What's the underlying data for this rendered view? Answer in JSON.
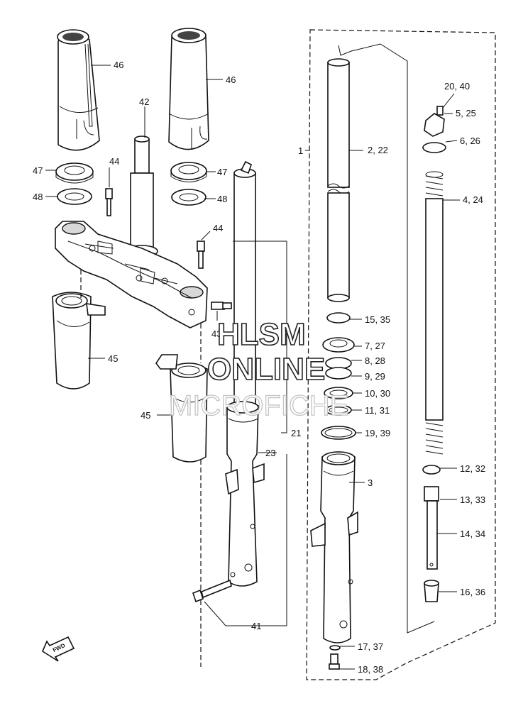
{
  "callouts": [
    {
      "id": "c46a",
      "text": "46"
    },
    {
      "id": "c46b",
      "text": "46"
    },
    {
      "id": "c42",
      "text": "42"
    },
    {
      "id": "c47a",
      "text": "47"
    },
    {
      "id": "c47b",
      "text": "47"
    },
    {
      "id": "c48a",
      "text": "48"
    },
    {
      "id": "c48b",
      "text": "48"
    },
    {
      "id": "c44a",
      "text": "44"
    },
    {
      "id": "c44b",
      "text": "44"
    },
    {
      "id": "c43",
      "text": "43"
    },
    {
      "id": "c45a",
      "text": "45"
    },
    {
      "id": "c45b",
      "text": "45"
    },
    {
      "id": "c1",
      "text": "1"
    },
    {
      "id": "c2",
      "text": "2, 22"
    },
    {
      "id": "c20",
      "text": "20, 40"
    },
    {
      "id": "c5",
      "text": "5, 25"
    },
    {
      "id": "c6",
      "text": "6, 26"
    },
    {
      "id": "c4",
      "text": "4, 24"
    },
    {
      "id": "c15",
      "text": "15, 35"
    },
    {
      "id": "c7",
      "text": "7, 27"
    },
    {
      "id": "c8",
      "text": "8, 28"
    },
    {
      "id": "c9",
      "text": "9, 29"
    },
    {
      "id": "c10",
      "text": "10, 30"
    },
    {
      "id": "c11",
      "text": "11, 31"
    },
    {
      "id": "c19",
      "text": "19, 39"
    },
    {
      "id": "c21",
      "text": "21"
    },
    {
      "id": "c23",
      "text": "23"
    },
    {
      "id": "c3",
      "text": "3"
    },
    {
      "id": "c12",
      "text": "12, 32"
    },
    {
      "id": "c13",
      "text": "13, 33"
    },
    {
      "id": "c14",
      "text": "14, 34"
    },
    {
      "id": "c16",
      "text": "16, 36"
    },
    {
      "id": "c17",
      "text": "17, 37"
    },
    {
      "id": "c18",
      "text": "18, 38"
    },
    {
      "id": "c41",
      "text": "41"
    }
  ],
  "fwd_badge": "FWD",
  "watermark": {
    "line1": "HLSM",
    "line2": "ONLINE",
    "line3": "MICROFICHE"
  }
}
